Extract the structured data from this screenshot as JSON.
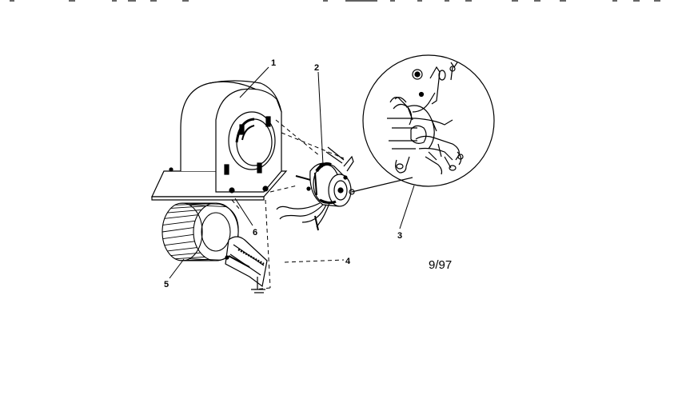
{
  "diagram": {
    "callouts": {
      "housing": "1",
      "motor": "2",
      "mount_detail": "3",
      "cutoff_plate": "4",
      "blower_wheel": "5",
      "bracket": "6"
    },
    "date_code": "9/97"
  }
}
